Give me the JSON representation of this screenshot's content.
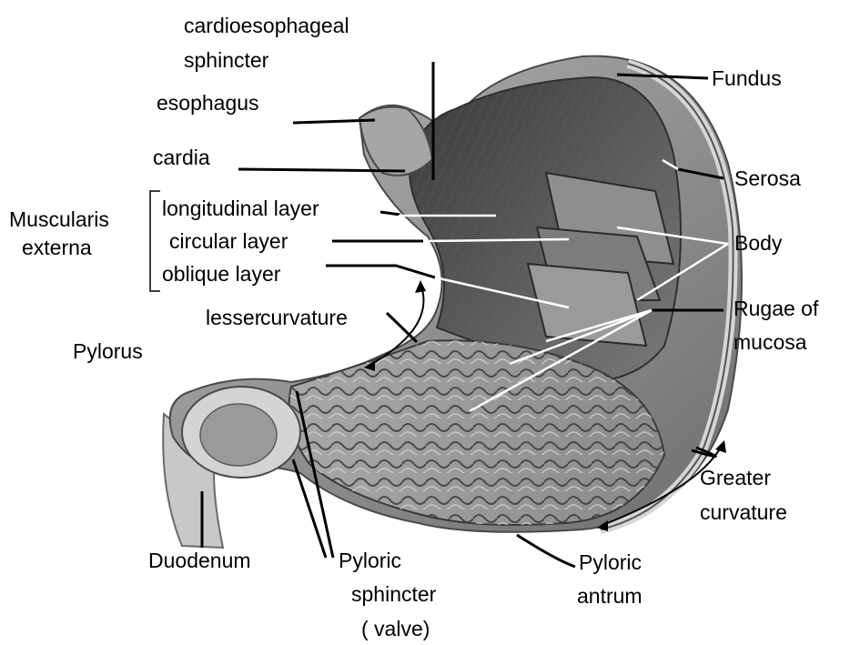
{
  "labels": {
    "cardioesophageal_line1": "cardioesophageal",
    "cardioesophageal_line2": "sphincter",
    "esophagus": "esophagus",
    "cardia": "cardia",
    "fundus": "Fundus",
    "serosa": "Serosa",
    "body": "Body",
    "rugae_line1": "Rugae of",
    "rugae_line2": "mucosa",
    "muscularis_line1": "Muscularis",
    "muscularis_line2": "externa",
    "longitudinal": "longitudinal layer",
    "circular": "circular layer",
    "oblique": "oblique layer",
    "lesser_a": "lesser",
    "lesser_b": "curvature",
    "pylorus": "Pylorus",
    "greater_line1": "Greater",
    "greater_line2": "curvature",
    "duodenum": "Duodenum",
    "pyloric_sph_line1": "Pyloric",
    "pyloric_sph_line2": "sphincter",
    "pyloric_sph_line3": "( valve)",
    "pyloric_antrum_line1": "Pyloric",
    "pyloric_antrum_line2": "antrum"
  },
  "colors": {
    "outer_wall": "#8a8a8a",
    "inner_cavity": "#5a5a5a",
    "mucosa": "#9c9c9c",
    "pointer_dark": "#000000",
    "pointer_light": "#ffffff"
  }
}
